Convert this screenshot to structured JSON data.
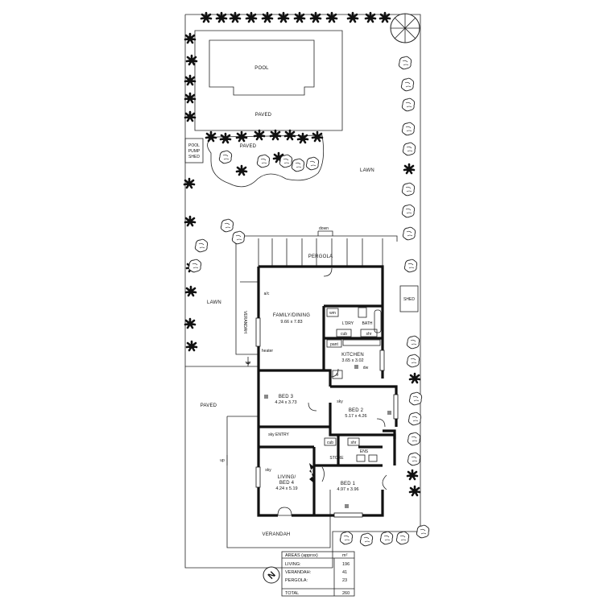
{
  "rooms": {
    "pool": "POOL",
    "paved_top": "PAVED",
    "paved_garden": "PAVED",
    "pool_pump_shed": [
      "POOL",
      "PUMP",
      "SHED"
    ],
    "lawn_right": "LAWN",
    "lawn_left": "LAWN",
    "paved_left": "PAVED",
    "pergola": "PERGOLA",
    "down": "down",
    "shed": "SHED",
    "verandah_side": "VERANDAH",
    "ac": "a/c",
    "family_dining": {
      "name": "FAMILY/DINING",
      "dim": "9.66 x 7.83"
    },
    "wm": "wm",
    "ldry": "L'DRY",
    "bath": "BATH",
    "cub_ldry": "cub",
    "shr_bath": "shr",
    "pant": "pant",
    "heater": "heater",
    "up_side": "up",
    "kitchen": {
      "name": "KITCHEN",
      "dim": "3.65 x 3.02"
    },
    "dw": "dw",
    "fr": "fr",
    "bed3": {
      "name": "BED 3",
      "dim": "4.24 x 3.73"
    },
    "bed2": {
      "name": "BED 2",
      "dim": "5.17 x 4.26"
    },
    "sky_bed2": "sky",
    "entry": "sky ENTRY",
    "cub_ens": "cub",
    "shr_ens": "shr",
    "ens": "ENS",
    "store": "STORE",
    "up_front": "up",
    "living_bed4": {
      "name1": "LIVING/",
      "name2": "BED 4",
      "dim": "4.24 x 5.19"
    },
    "sky_living": "sky",
    "bed1": {
      "name": "BED 1",
      "dim": "4.97 x 3.96"
    },
    "verandah_front": "VERANDAH"
  },
  "areas": {
    "title": "AREAS (approx)",
    "unit": "m²",
    "rows": [
      {
        "label": "LIVING:",
        "value": "196"
      },
      {
        "label": "VERANDAH:",
        "value": "41"
      },
      {
        "label": "PERGOLA:",
        "value": "23"
      }
    ],
    "total_label": "TOTAL",
    "total_value": "260"
  },
  "north_arrow": "N"
}
